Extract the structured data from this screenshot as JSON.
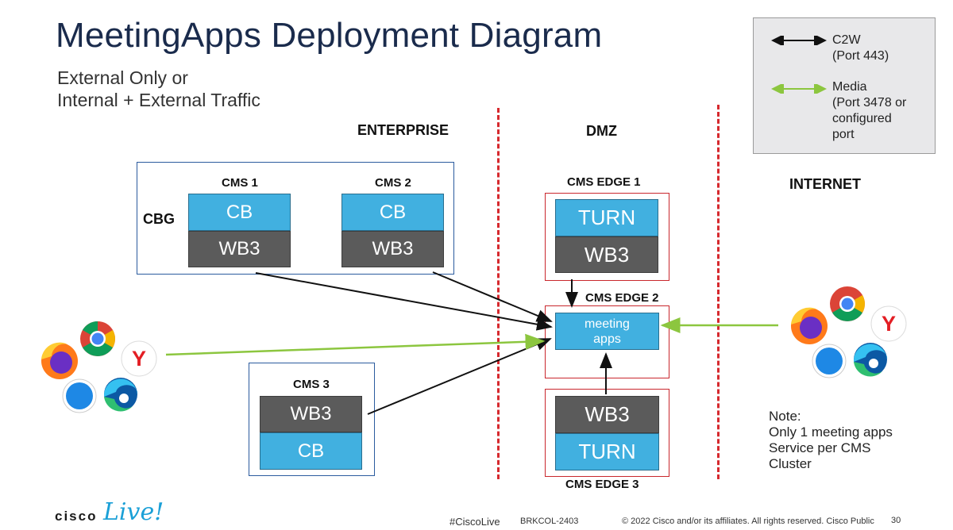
{
  "title": "MeetingApps Deployment Diagram",
  "subtitle": [
    "External Only or",
    "Internal + External Traffic"
  ],
  "zones": {
    "enterprise": "ENTERPRISE",
    "dmz": "DMZ",
    "internet": "INTERNET"
  },
  "cbg_label": "CBG",
  "cms1": {
    "label": "CMS 1",
    "top": "CB",
    "bottom": "WB3"
  },
  "cms2": {
    "label": "CMS 2",
    "top": "CB",
    "bottom": "WB3"
  },
  "cms3": {
    "label": "CMS 3",
    "top": "WB3",
    "bottom": "CB"
  },
  "edge1": {
    "label": "CMS EDGE 1",
    "top": "TURN",
    "bottom": "WB3"
  },
  "edge2": {
    "label": "CMS EDGE 2",
    "box_line1": "meeting",
    "box_line2": "apps"
  },
  "edge3": {
    "label": "CMS EDGE 3",
    "top": "WB3",
    "bottom": "TURN"
  },
  "legend": {
    "c2w_line1": "C2W",
    "c2w_line2": "(Port 443)",
    "media_line1": "Media",
    "media_line2": "(Port 3478 or",
    "media_line3": "configured",
    "media_line4": "port",
    "c2w_color": "#111111",
    "media_color": "#8cc63f"
  },
  "note": {
    "line1": "Note:",
    "line2": "Only 1 meeting apps",
    "line3": "Service per CMS",
    "line4": "Cluster"
  },
  "footer": {
    "brand": "cisco",
    "brand_script": "Live!",
    "hashtag": "#CiscoLive",
    "session": "BRKCOL-2403",
    "copyright": "© 2022  Cisco and/or its affiliates. All rights reserved.   Cisco Public",
    "page": "30"
  },
  "icons": {
    "left": [
      "firefox-icon",
      "chrome-icon",
      "yandex-icon",
      "safari-icon",
      "edge-icon"
    ],
    "right": [
      "firefox-icon",
      "chrome-icon",
      "yandex-icon",
      "safari-icon",
      "edge-icon"
    ]
  },
  "browser_letter_yandex": "Y"
}
